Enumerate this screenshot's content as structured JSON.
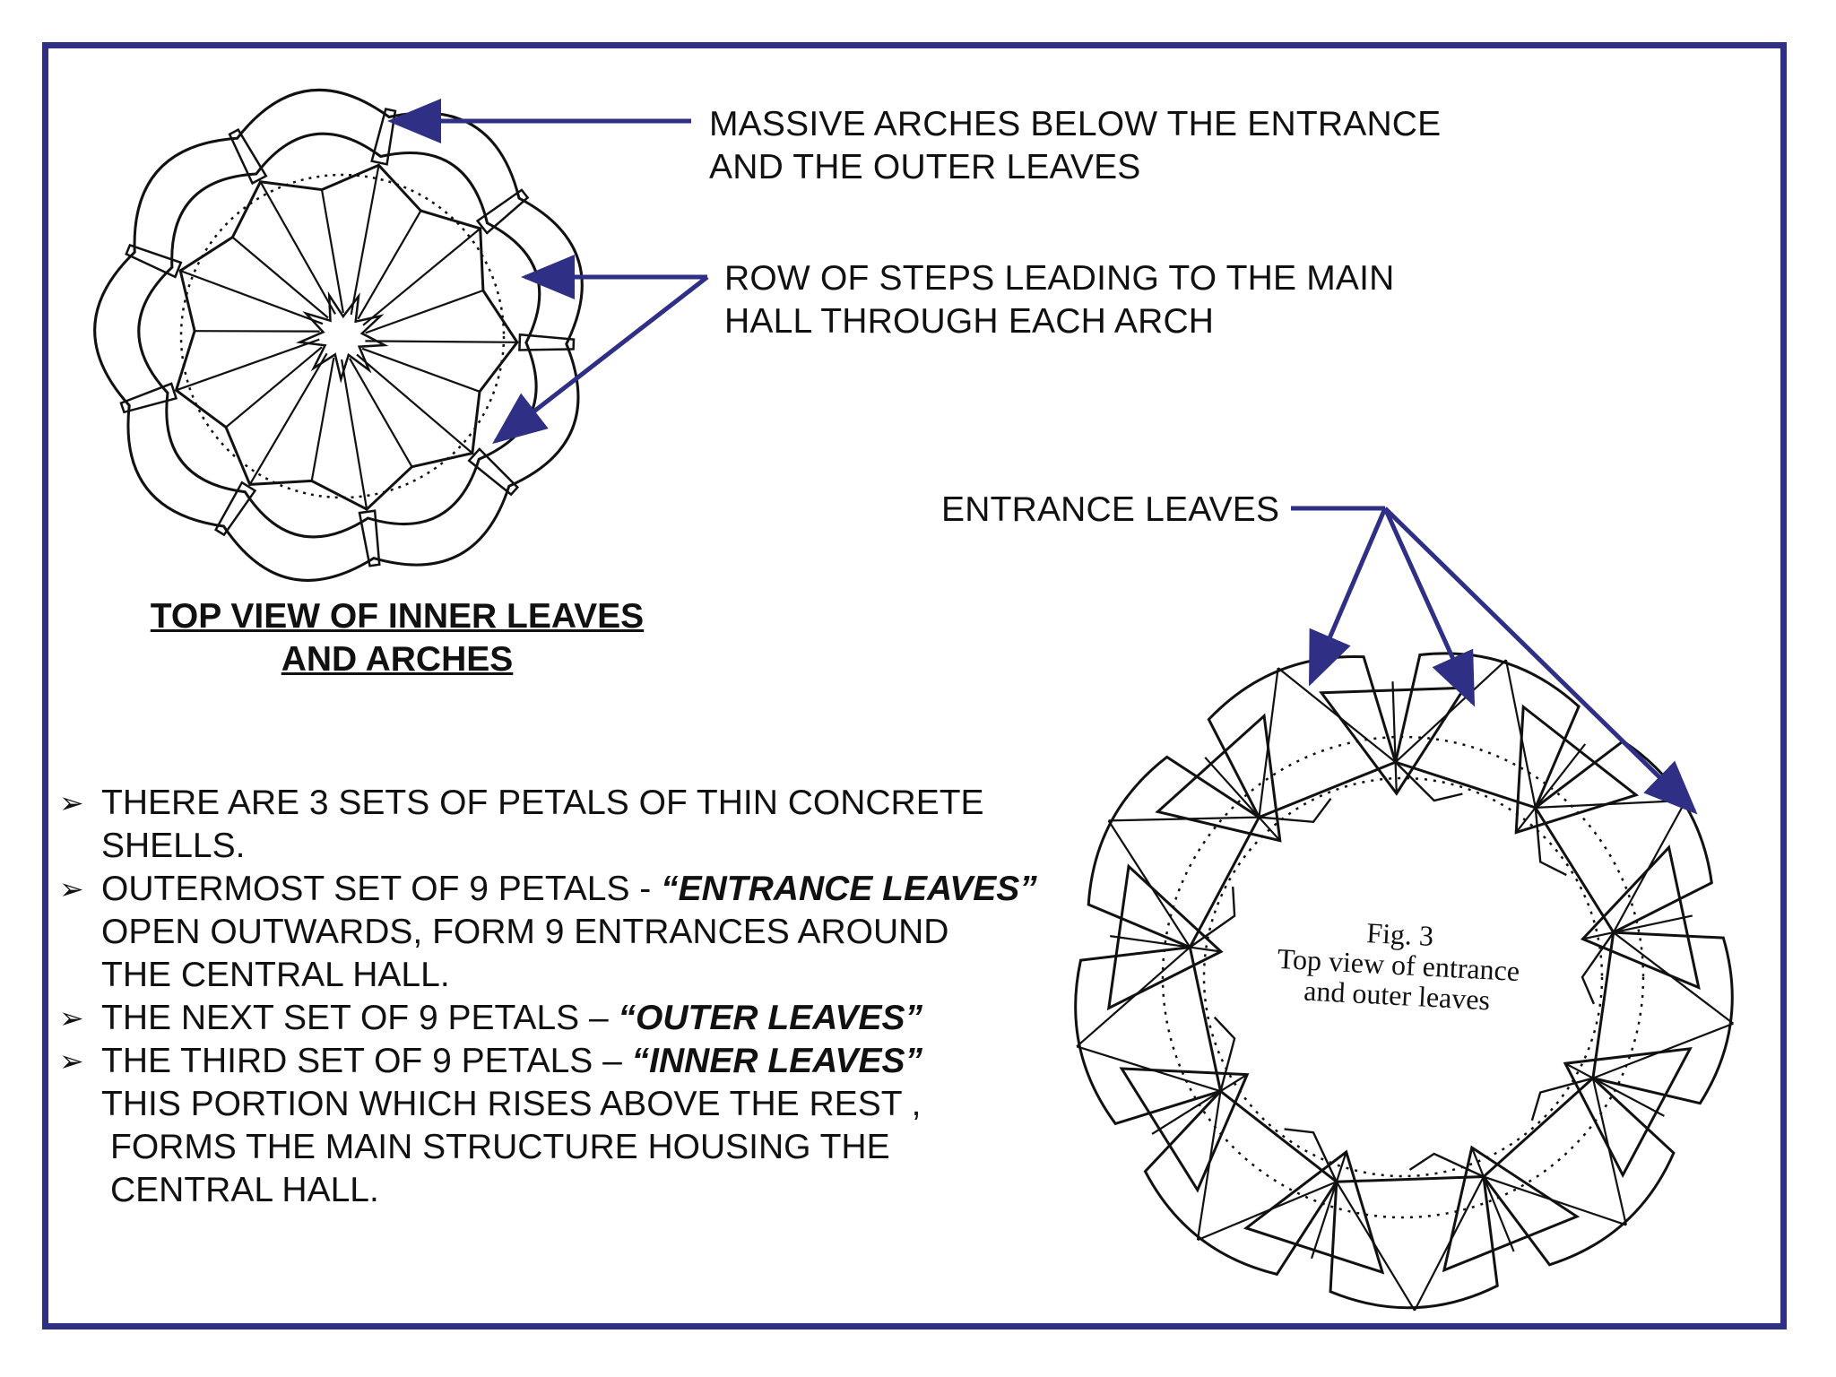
{
  "callouts": {
    "massive_arches_line1": "MASSIVE ARCHES BELOW THE ENTRANCE",
    "massive_arches_line2": "AND THE OUTER LEAVES",
    "row_of_steps_line1": "ROW OF STEPS LEADING TO THE MAIN",
    "row_of_steps_line2": "HALL THROUGH EACH ARCH",
    "entrance_leaves": "ENTRANCE LEAVES"
  },
  "left_figure": {
    "caption_line1": "TOP VIEW OF INNER LEAVES",
    "caption_line2": "AND ARCHES"
  },
  "right_figure": {
    "fig_label": "Fig. 3",
    "caption_line1": "Top view of entrance",
    "caption_line2": "and outer leaves"
  },
  "bullets": [
    {
      "marker": "➢",
      "line1": "THERE ARE 3 SETS OF PETALS OF THIN CONCRETE",
      "line2": "SHELLS."
    },
    {
      "marker": "➢",
      "prefix": "OUTERMOST SET OF 9 PETALS - ",
      "emphasis": "“ENTRANCE LEAVES”",
      "line2": "OPEN OUTWARDS, FORM 9 ENTRANCES AROUND",
      "line3": "THE CENTRAL HALL."
    },
    {
      "marker": "➢",
      "prefix": "THE NEXT SET OF 9 PETALS  – ",
      "emphasis": "“OUTER LEAVES”"
    },
    {
      "marker": "➢",
      "prefix": "THE THIRD SET OF 9 PETALS – ",
      "emphasis": "“INNER LEAVES”",
      "line2": "THIS PORTION WHICH RISES ABOVE THE REST ,",
      "line3": "FORMS THE MAIN STRUCTURE HOUSING THE",
      "line4": "CENTRAL HALL."
    }
  ],
  "colors": {
    "frame": "#2f2f86",
    "arrow": "#2f2f86",
    "ink": "#111111"
  }
}
